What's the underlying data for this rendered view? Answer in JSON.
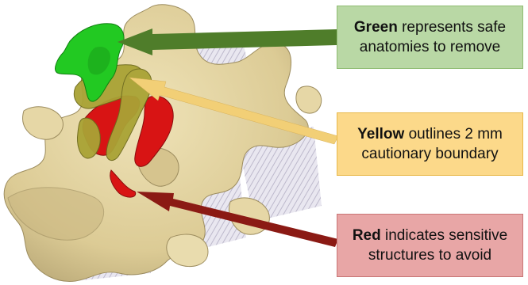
{
  "callouts": {
    "green": {
      "keyword": "Green",
      "line1_rest": " represents safe",
      "line2": "anatomies to remove"
    },
    "yellow": {
      "keyword": "Yellow",
      "line1_rest": " outlines 2 mm",
      "line2": "cautionary boundary"
    },
    "red": {
      "keyword": "Red",
      "line1_rest": " indicates sensitive",
      "line2": "structures to avoid"
    }
  },
  "colors": {
    "green_box_fill": "#b9d8a5",
    "green_box_border": "#8fbc72",
    "green_arrow": "#4f7d2a",
    "yellow_box_fill": "#fcd98a",
    "yellow_box_border": "#e8b84a",
    "yellow_arrow": "#f2cf76",
    "red_box_fill": "#e8a6a6",
    "red_box_border": "#c97676",
    "red_arrow": "#8b1a14",
    "bone": "#e2d3a1",
    "bone_shadow": "#b6a473",
    "safe_region": "#22c922",
    "boundary": "#a8a232",
    "sensitive": "#d81414",
    "background_grid": "#c9c6d6"
  },
  "icons": [
    "vertebra-bone-model",
    "green-safe-region",
    "yellow-boundary-region",
    "red-sensitive-region"
  ]
}
